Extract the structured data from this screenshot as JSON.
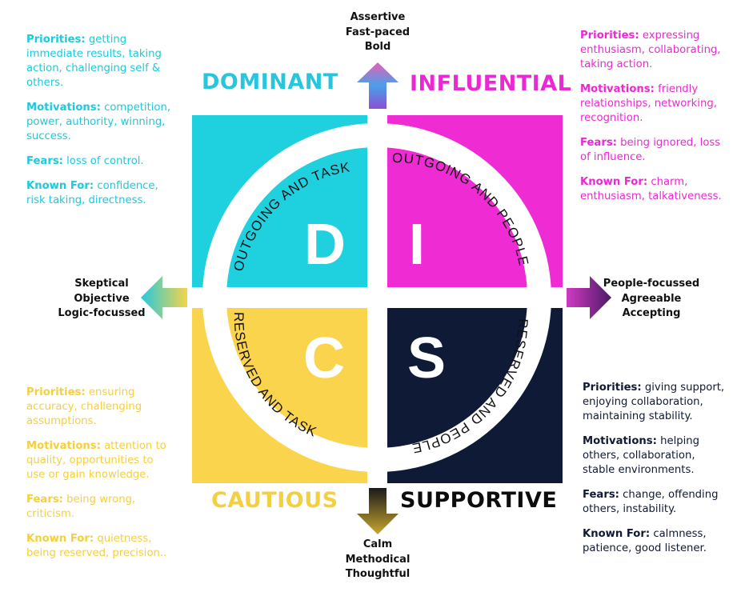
{
  "colors": {
    "cyan": "#1fd0df",
    "pink": "#ef2bd4",
    "yellow": "#fbd44e",
    "navy": "#0f1a36"
  },
  "quadrants": {
    "d": {
      "title": "DOMINANT",
      "letter": "D",
      "ring": "OUTGOING AND TASK"
    },
    "i": {
      "title": "INFLUENTIAL",
      "letter": "I",
      "ring": "OUTGOING AND PEOPLE"
    },
    "c": {
      "title": "CAUTIOUS",
      "letter": "C",
      "ring": "RESERVED AND TASK"
    },
    "s": {
      "title": "SUPPORTIVE",
      "letter": "S",
      "ring": "RESERVED AND PEOPLE"
    }
  },
  "directions": {
    "up": [
      "Assertive",
      "Fast-paced",
      "Bold"
    ],
    "down": [
      "Calm",
      "Methodical",
      "Thoughtful"
    ],
    "left": [
      "Skeptical",
      "Objective",
      "Logic-focussed"
    ],
    "right": [
      "People-focussed",
      "Agreeable",
      "Accepting"
    ]
  },
  "notes": {
    "d": {
      "priorities": {
        "label": "Priorities:",
        "text": " getting immediate results, taking action, challenging self & others."
      },
      "motivations": {
        "label": "Motivations:",
        "text": " competition, power, authority, winning, success."
      },
      "fears": {
        "label": "Fears:",
        "text": " loss of control."
      },
      "known": {
        "label": "Known For:",
        "text": " confidence, risk taking, directness."
      }
    },
    "i": {
      "priorities": {
        "label": "Priorities:",
        "text": " expressing enthusiasm, collaborating, taking action."
      },
      "motivations": {
        "label": "Motivations:",
        "text": " friendly relationships, networking, recognition."
      },
      "fears": {
        "label": "Fears:",
        "text": " being ignored, loss of influence."
      },
      "known": {
        "label": "Known For:",
        "text": "  charm, enthusiasm, talkativeness."
      }
    },
    "c": {
      "priorities": {
        "label": "Priorities:",
        "text": " ensuring accuracy, challenging assumptions."
      },
      "motivations": {
        "label": "Motivations:",
        "text": " attention to quality, opportunities to use or gain knowledge."
      },
      "fears": {
        "label": "Fears:",
        "text": " being wrong, criticism."
      },
      "known": {
        "label": "Known For:",
        "text": " quietness, being reserved, precision.."
      }
    },
    "s": {
      "priorities": {
        "label": "Priorities:",
        "text": " giving support, enjoying collaboration, maintaining stability."
      },
      "motivations": {
        "label": "Motivations:",
        "text": " helping others, collaboration, stable environments."
      },
      "fears": {
        "label": "Fears:",
        "text": " change, offending others, instability."
      },
      "known": {
        "label": "Known For:",
        "text": "  calmness, patience, good listener."
      }
    }
  }
}
